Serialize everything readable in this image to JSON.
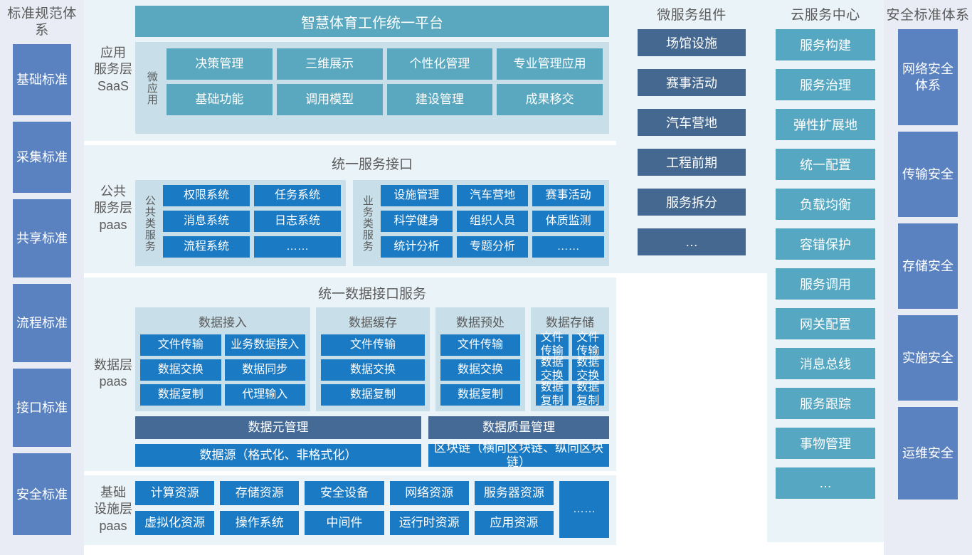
{
  "standards_column": {
    "title": "标准规范体系",
    "items": [
      {
        "label": "基础标准",
        "h": 100
      },
      {
        "label": "采集标准",
        "h": 100
      },
      {
        "label": "共享标准",
        "h": 110
      },
      {
        "label": "流程标准",
        "h": 110
      },
      {
        "label": "接口标准",
        "h": 110
      },
      {
        "label": "安全标准",
        "h": 115
      }
    ]
  },
  "application_layer": {
    "label": "应用服务层 SaaS",
    "label_lines": [
      "应用",
      "服务层",
      "SaaS"
    ],
    "platform_title": "智慧体育工作统一平台",
    "group_label": "微应用",
    "items": [
      "决策管理",
      "三维展示",
      "个性化管理",
      "专业管理应用",
      "基础功能",
      "调用模型",
      "建设管理",
      "成果移交"
    ]
  },
  "public_service_layer": {
    "label_lines": [
      "公共",
      "服务层",
      "paas"
    ],
    "header": "统一服务接口",
    "groups": [
      {
        "vlabel": "公共类服务",
        "items": [
          "权限系统",
          "任务系统",
          "消息系统",
          "日志系统",
          "流程系统",
          "……"
        ]
      },
      {
        "vlabel": "业务类服务",
        "items": [
          "设施管理",
          "汽车营地",
          "赛事活动",
          "科学健身",
          "组织人员",
          "体质监测",
          "统计分析",
          "专题分析",
          "……"
        ]
      }
    ]
  },
  "data_layer": {
    "label_lines": [
      "数据层",
      "paas"
    ],
    "header": "统一数据接口服务",
    "groups": [
      {
        "title": "数据接入",
        "cols": 2,
        "items": [
          "文件传输",
          "业务数据接入",
          "数据交换",
          "数据同步",
          "数据复制",
          "代理输入"
        ]
      },
      {
        "title": "数据缓存",
        "cols": 1,
        "items": [
          "文件传输",
          "数据交换",
          "数据复制"
        ]
      },
      {
        "title": "数据预处",
        "cols": 1,
        "items": [
          "文件传输",
          "数据交换",
          "数据复制"
        ]
      },
      {
        "title": "数据存储",
        "cols": 2,
        "items": [
          "文件传输",
          "文件传输",
          "数据交换",
          "数据交换",
          "数据复制",
          "数据复制"
        ]
      }
    ],
    "management_row": [
      {
        "label": "数据元管理",
        "style": "slate"
      },
      {
        "label": "数据质量管理",
        "style": "slate"
      }
    ],
    "source_row": [
      {
        "label": "数据源（格式化、非格式化）",
        "style": "bright"
      },
      {
        "label": "区块链（横向区块链、纵向区块链）",
        "style": "bright"
      }
    ]
  },
  "infrastructure_layer": {
    "label_lines": [
      "基础",
      "设施层",
      "paas"
    ],
    "items": [
      "计算资源",
      "存储资源",
      "安全设备",
      "网络资源",
      "服务器资源",
      "虚拟化资源",
      "操作系统",
      "中间件",
      "运行时资源",
      "应用资源"
    ],
    "more_label": "……"
  },
  "microservice_column": {
    "title": "微服务组件",
    "items": [
      "场馆设施",
      "赛事活动",
      "汽车营地",
      "工程前期",
      "服务拆分",
      "…"
    ]
  },
  "cloud_column": {
    "title": "云服务中心",
    "items": [
      "服务构建",
      "服务治理",
      "弹性扩展地",
      "统一配置",
      "负载均衡",
      "容错保护",
      "服务调用",
      "网关配置",
      "消息总线",
      "服务跟踪",
      "事物管理",
      "…"
    ]
  },
  "security_column": {
    "title": "安全标准体系",
    "items": [
      {
        "label": "网络安全体系",
        "h": 135
      },
      {
        "label": "传输安全",
        "h": 120
      },
      {
        "label": "存储安全",
        "h": 120
      },
      {
        "label": "实施安全",
        "h": 120
      },
      {
        "label": "运维安全",
        "h": 130
      }
    ]
  },
  "colors": {
    "panel_bg": "#eaf3f7",
    "side_bg": "#e9ecf4",
    "teal": "#5aa8bf",
    "cloud_teal": "#56a7c2",
    "blue": "#1a7ac4",
    "slate": "#466a96",
    "periwinkle": "#5b82c0",
    "microservice": "#44688f",
    "inner_bg": "#c8dfe9"
  }
}
